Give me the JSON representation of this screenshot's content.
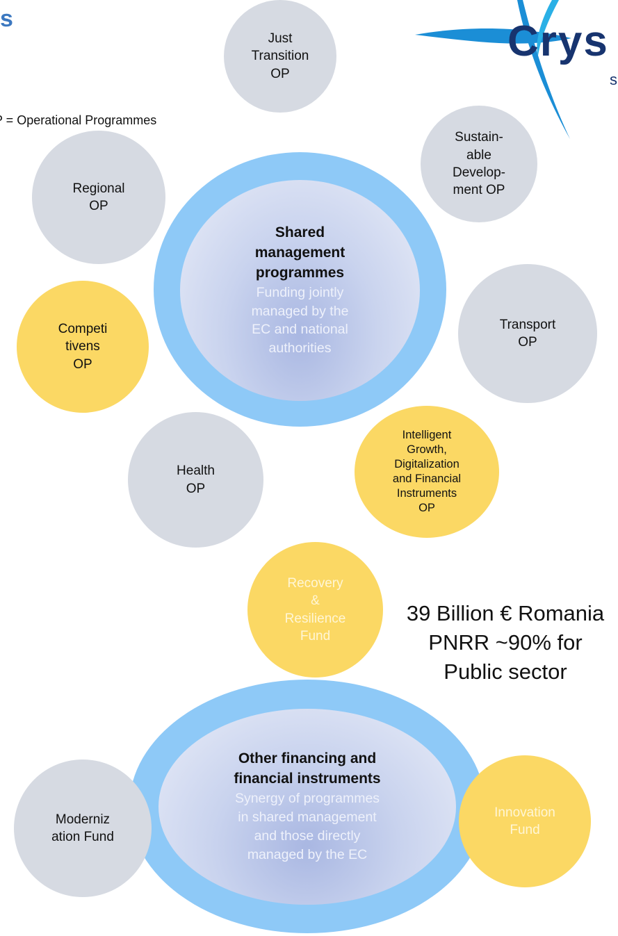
{
  "header": {
    "title": "s",
    "legend": "P = Operational Programmes"
  },
  "logo": {
    "text": "Crys",
    "sub": "s",
    "colors": [
      "#1b8ed6",
      "#17346f",
      "#2ab0e6"
    ]
  },
  "shared": {
    "title": "Shared\nmanagement\nprogrammes",
    "subtitle": "Funding jointly\nmanaged by the\nEC and national\nauthorities",
    "programmes": {
      "just_transition": "Just\nTransition\nOP",
      "sustainable": "Sustain-\nable\nDevelop-\nment OP",
      "regional": "Regional\nOP",
      "competitiveness": "Competi\ntivens\nOP",
      "transport": "Transport\nOP",
      "health": "Health\nOP",
      "intelligent": "Intelligent\nGrowth,\nDigitalization\nand Financial\nInstruments\nOP"
    }
  },
  "other": {
    "title": "Other financing and\nfinancial instruments",
    "subtitle": "Synergy of programmes\nin shared management\nand those directly\nmanaged by the EC",
    "funds": {
      "recovery": "Recovery\n&\nResilience\nFund",
      "modernization": "Moderniz\nation Fund",
      "innovation": "Innovation\nFund"
    }
  },
  "stat": "39 Billion € Romania\nPNRR ~90% for\nPublic sector",
  "colors": {
    "grey": "#d6dae2",
    "yellow": "#fbd864",
    "ring": "#8ec9f7",
    "title": "#3c78c0"
  }
}
